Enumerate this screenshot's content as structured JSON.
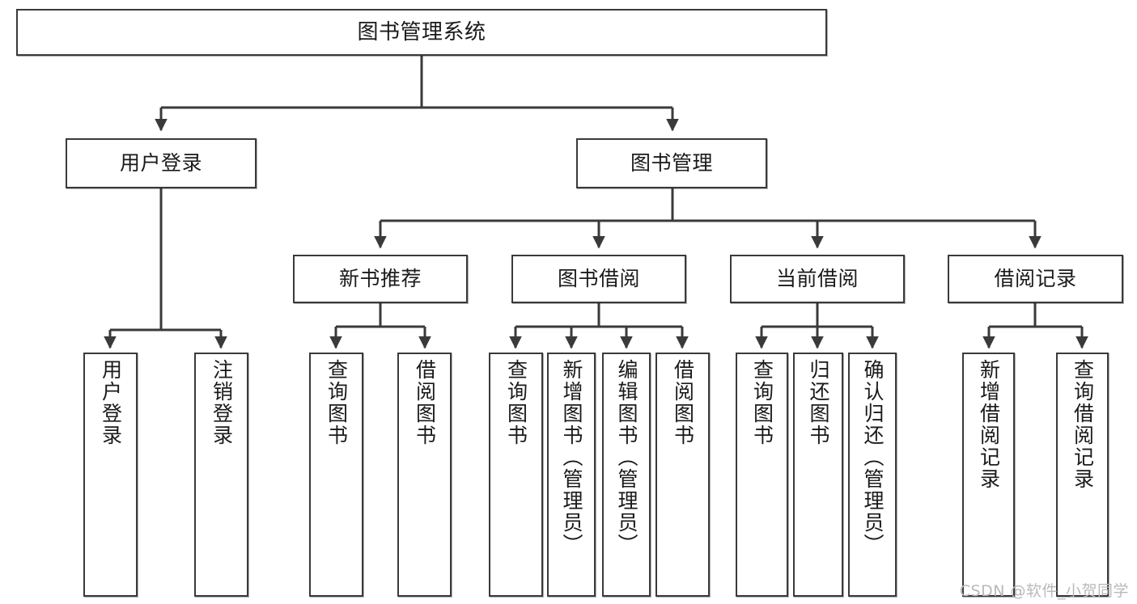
{
  "diagram": {
    "title": "图书管理系统",
    "watermark": "CSDN @软件_小贺同学",
    "colors": {
      "border": "#3a3a3a",
      "background": "#ffffff",
      "text": "#1a1a1a",
      "watermark": "#b9b9b9"
    },
    "root": {
      "label": "图书管理系统"
    },
    "level1": [
      {
        "label": "用户登录"
      },
      {
        "label": "图书管理"
      }
    ],
    "level2": [
      {
        "label": "新书推荐"
      },
      {
        "label": "图书借阅"
      },
      {
        "label": "当前借阅"
      },
      {
        "label": "借阅记录"
      }
    ],
    "leaves": {
      "user_login": [
        {
          "label": "用户登录"
        },
        {
          "label": "注销登录"
        }
      ],
      "new_book_recommend": [
        {
          "label": "查询图书"
        },
        {
          "label": "借阅图书"
        }
      ],
      "book_borrow": [
        {
          "label": "查询图书"
        },
        {
          "label": "新增图书（管理员）"
        },
        {
          "label": "编辑图书（管理员）"
        },
        {
          "label": "借阅图书"
        }
      ],
      "current_borrow": [
        {
          "label": "查询图书"
        },
        {
          "label": "归还图书"
        },
        {
          "label": "确认归还（管理员）"
        }
      ],
      "borrow_record": [
        {
          "label": "新增借阅记录"
        },
        {
          "label": "查询借阅记录"
        }
      ]
    }
  }
}
